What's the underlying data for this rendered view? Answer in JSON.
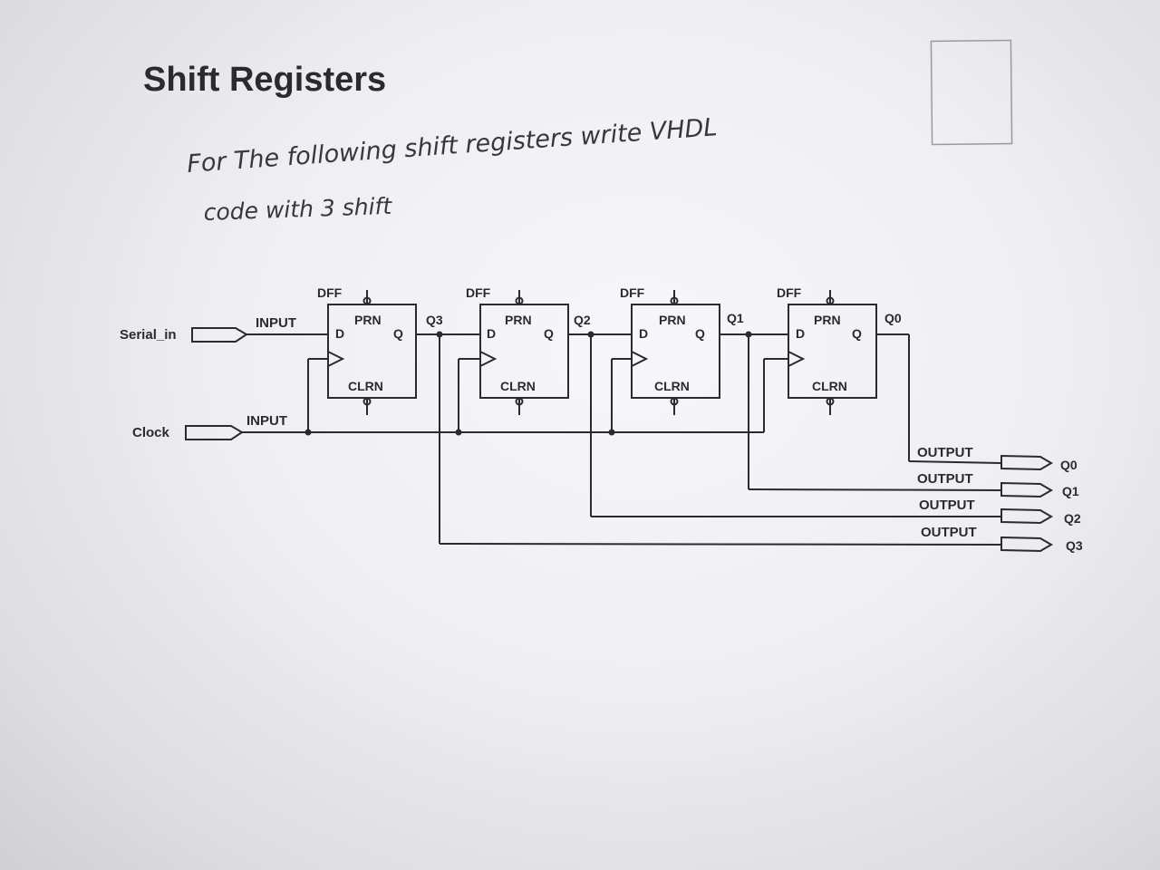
{
  "page": {
    "title": "Shift Registers",
    "instruction_line1": "For The following shift registers write VHDL",
    "instruction_line2": "code with 3 shift"
  },
  "inputs": [
    {
      "name": "Serial_in",
      "type_label": "INPUT"
    },
    {
      "name": "Clock",
      "type_label": "INPUT"
    }
  ],
  "flip_flops": [
    {
      "block": "DFF",
      "preset": "PRN",
      "clear": "CLRN",
      "d_pin": "D",
      "q_pin": "Q",
      "output_name": "Q3"
    },
    {
      "block": "DFF",
      "preset": "PRN",
      "clear": "CLRN",
      "d_pin": "D",
      "q_pin": "Q",
      "output_name": "Q2"
    },
    {
      "block": "DFF",
      "preset": "PRN",
      "clear": "CLRN",
      "d_pin": "D",
      "q_pin": "Q",
      "output_name": "Q1"
    },
    {
      "block": "DFF",
      "preset": "PRN",
      "clear": "CLRN",
      "d_pin": "D",
      "q_pin": "Q",
      "output_name": "Q0"
    }
  ],
  "outputs": [
    {
      "type_label": "OUTPUT",
      "name": "Q0"
    },
    {
      "type_label": "OUTPUT",
      "name": "Q1"
    },
    {
      "type_label": "OUTPUT",
      "name": "Q2"
    },
    {
      "type_label": "OUTPUT",
      "name": "Q3"
    }
  ],
  "colors": {
    "ink": "#2b2b2e",
    "paper": "#f3f3f6",
    "handwriting": "#38383c"
  }
}
